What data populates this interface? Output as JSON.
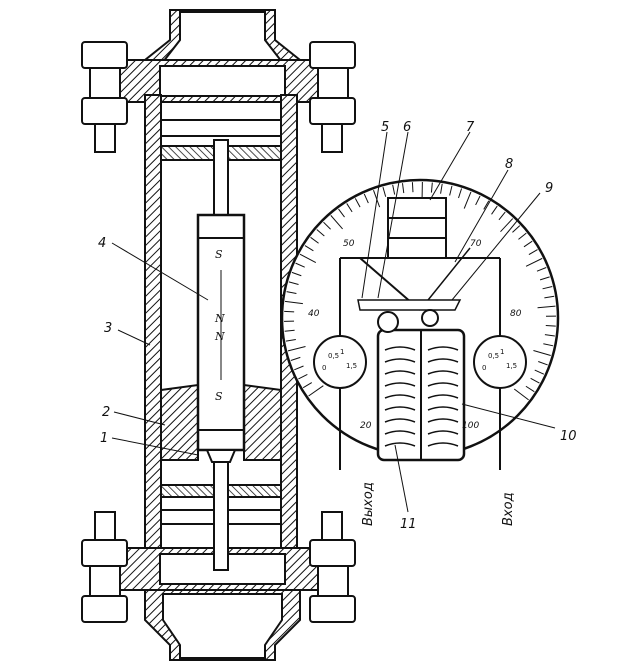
{
  "figure": {
    "callouts": [
      "1",
      "2",
      "3",
      "4",
      "5",
      "6",
      "7",
      "8",
      "9",
      "10",
      "11"
    ],
    "scale_labels": [
      "20",
      "40",
      "50",
      "70",
      "80",
      "100"
    ],
    "gauge_labels": [
      "0,5",
      "1",
      "1,5",
      "0",
      "0,5",
      "1",
      "1,5",
      "0"
    ],
    "magnet_labels": [
      "S",
      "N",
      "N",
      "S"
    ],
    "ports": {
      "outlet": "Выход",
      "inlet": "Вход"
    }
  }
}
